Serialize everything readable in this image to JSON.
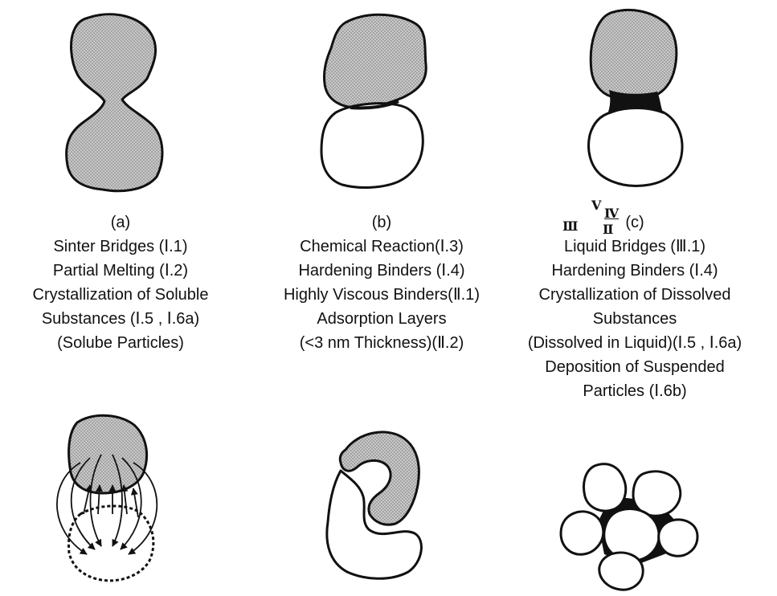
{
  "panels": [
    {
      "tag": "(a)",
      "lines": [
        "Sinter Bridges (Ⅰ.1)",
        "Partial Melting (Ⅰ.2)",
        "Crystallization of Soluble",
        "Substances (Ⅰ.5 , Ⅰ.6a)",
        "(Solube Particles)"
      ]
    },
    {
      "tag": "(b)",
      "lines": [
        "Chemical Reaction(Ⅰ.3)",
        "Hardening Binders (Ⅰ.4)",
        "Highly Viscous Binders(Ⅱ.1)",
        "Adsorption Layers",
        "(<3 nm Thickness)(Ⅱ.2)"
      ]
    },
    {
      "tag": "(c)",
      "lines": [
        "Liquid Bridges (Ⅲ.1)",
        "Hardening Binders (Ⅰ.4)",
        "Crystallization of Dissolved",
        "Substances",
        "(Dissolved in Liquid)(Ⅰ.5 , Ⅰ.6a)",
        "Deposition of Suspended",
        "Particles (Ⅰ.6b)"
      ],
      "roman_marks": {
        "v": "Ⅴ",
        "iv": "Ⅳ",
        "iii": "Ⅲ",
        "ii": "Ⅱ"
      }
    }
  ],
  "colors": {
    "shaded_fill": "#bdbdbd",
    "outline": "#111111",
    "bridge": "#111111"
  }
}
